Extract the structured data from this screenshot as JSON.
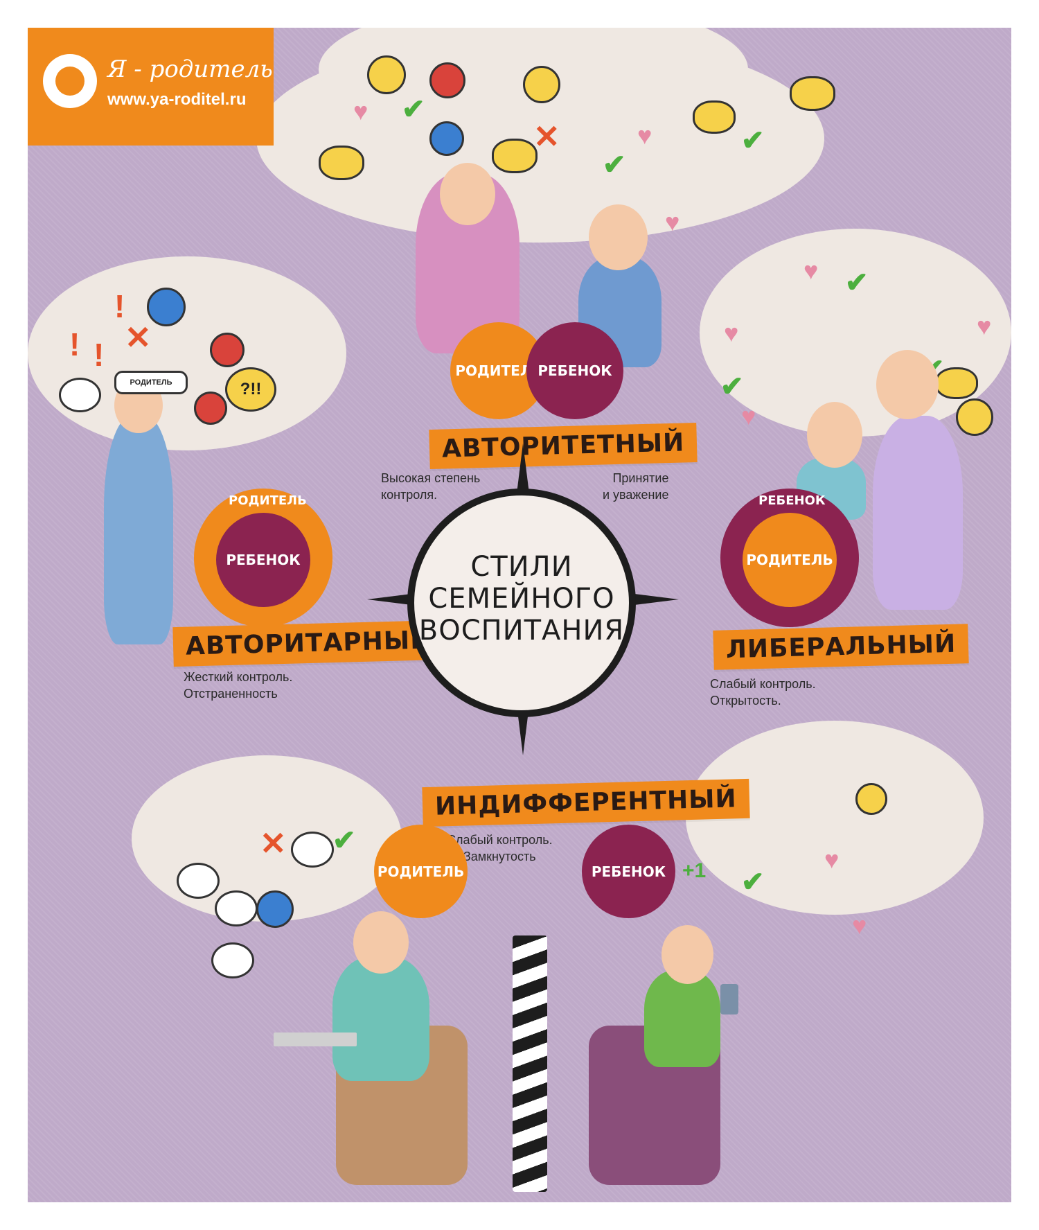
{
  "logo": {
    "name": "Я - родитель",
    "url": "www.ya-roditel.ru"
  },
  "center_title": {
    "line1": "СТИЛИ",
    "line2": "СЕМЕЙНОГО",
    "line3": "ВОСПИТАНИЯ"
  },
  "styles": {
    "authoritative": {
      "name": "АВТОРИТЕТНЫЙ",
      "left_note": "Высокая степень\nконтроля.",
      "right_note": "Принятие\nи уважение",
      "parent": "РОДИТЕЛЬ",
      "child": "РЕБЕНОК"
    },
    "authoritarian": {
      "name": "АВТОРИТАРНЫЙ",
      "note": "Жесткий контроль.\nОтстраненность",
      "parent": "РОДИТЕЛЬ",
      "child": "РЕБЕНОК",
      "cap": "РОДИТЕЛЬ",
      "bubble": "?!!"
    },
    "liberal": {
      "name": "ЛИБЕРАЛЬНЫЙ",
      "note": "Слабый контроль.\nОткрытость.",
      "parent": "РОДИТЕЛЬ",
      "child": "РЕБЕНОК"
    },
    "indifferent": {
      "name": "ИНДИФФЕРЕНТНЫЙ",
      "note": "Слабый контроль.\nЗамкнутость",
      "parent": "РОДИТЕЛЬ",
      "child": "РЕБЕНОК",
      "plus_one": "+1"
    }
  },
  "colors": {
    "orange": "#f08a1c",
    "plum": "#8b2350",
    "background": "#bfaac9",
    "cloud": "#efe8e2"
  }
}
